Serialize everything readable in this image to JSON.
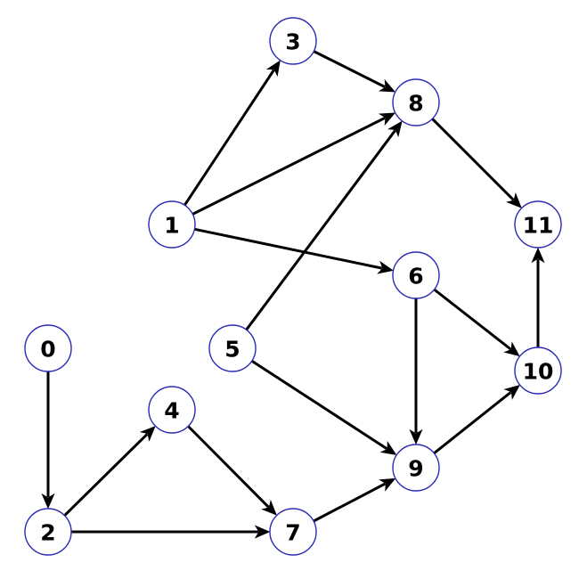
{
  "diagram": {
    "type": "directed-graph",
    "node_color": "#2b2bb5",
    "edge_color": "#000000",
    "nodes": [
      {
        "id": "0",
        "label": "0"
      },
      {
        "id": "1",
        "label": "1"
      },
      {
        "id": "2",
        "label": "2"
      },
      {
        "id": "3",
        "label": "3"
      },
      {
        "id": "4",
        "label": "4"
      },
      {
        "id": "5",
        "label": "5"
      },
      {
        "id": "6",
        "label": "6"
      },
      {
        "id": "7",
        "label": "7"
      },
      {
        "id": "8",
        "label": "8"
      },
      {
        "id": "9",
        "label": "9"
      },
      {
        "id": "10",
        "label": "10"
      },
      {
        "id": "11",
        "label": "11"
      }
    ],
    "edges": [
      {
        "from": "0",
        "to": "2"
      },
      {
        "from": "1",
        "to": "3"
      },
      {
        "from": "1",
        "to": "8"
      },
      {
        "from": "1",
        "to": "6"
      },
      {
        "from": "2",
        "to": "4"
      },
      {
        "from": "2",
        "to": "7"
      },
      {
        "from": "3",
        "to": "8"
      },
      {
        "from": "4",
        "to": "7"
      },
      {
        "from": "5",
        "to": "8"
      },
      {
        "from": "5",
        "to": "9"
      },
      {
        "from": "6",
        "to": "9"
      },
      {
        "from": "6",
        "to": "10"
      },
      {
        "from": "7",
        "to": "9"
      },
      {
        "from": "8",
        "to": "11"
      },
      {
        "from": "9",
        "to": "10"
      },
      {
        "from": "10",
        "to": "11"
      }
    ]
  }
}
